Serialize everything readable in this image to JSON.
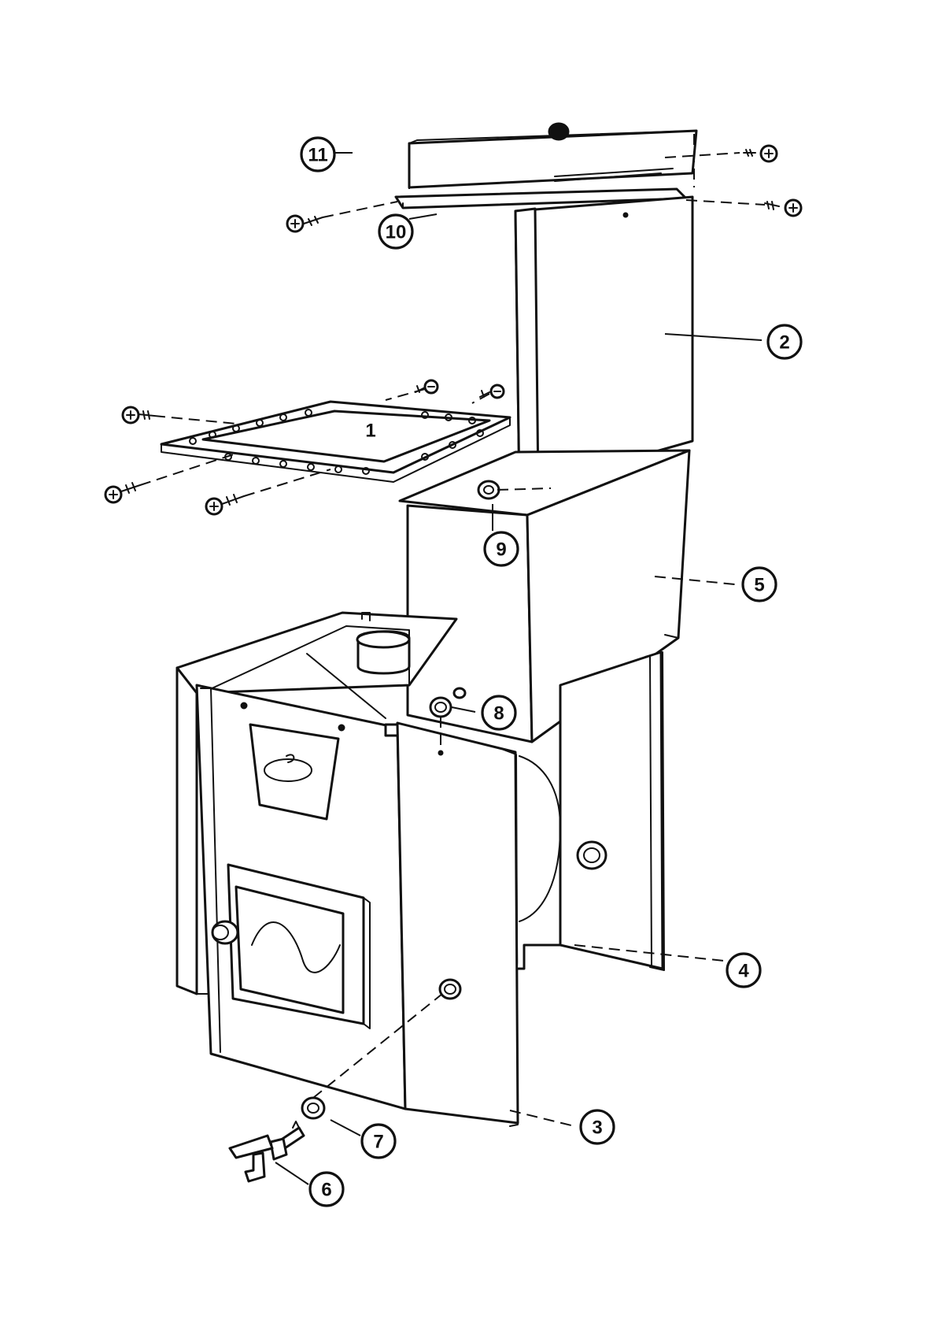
{
  "diagram": {
    "callouts": [
      {
        "id": "11",
        "label": "11"
      },
      {
        "id": "10",
        "label": "10"
      },
      {
        "id": "2",
        "label": "2"
      },
      {
        "id": "1",
        "label": "1"
      },
      {
        "id": "9",
        "label": "9"
      },
      {
        "id": "5",
        "label": "5"
      },
      {
        "id": "8",
        "label": "8"
      },
      {
        "id": "4",
        "label": "4"
      },
      {
        "id": "3",
        "label": "3"
      },
      {
        "id": "7",
        "label": "7"
      },
      {
        "id": "6",
        "label": "6"
      }
    ]
  }
}
